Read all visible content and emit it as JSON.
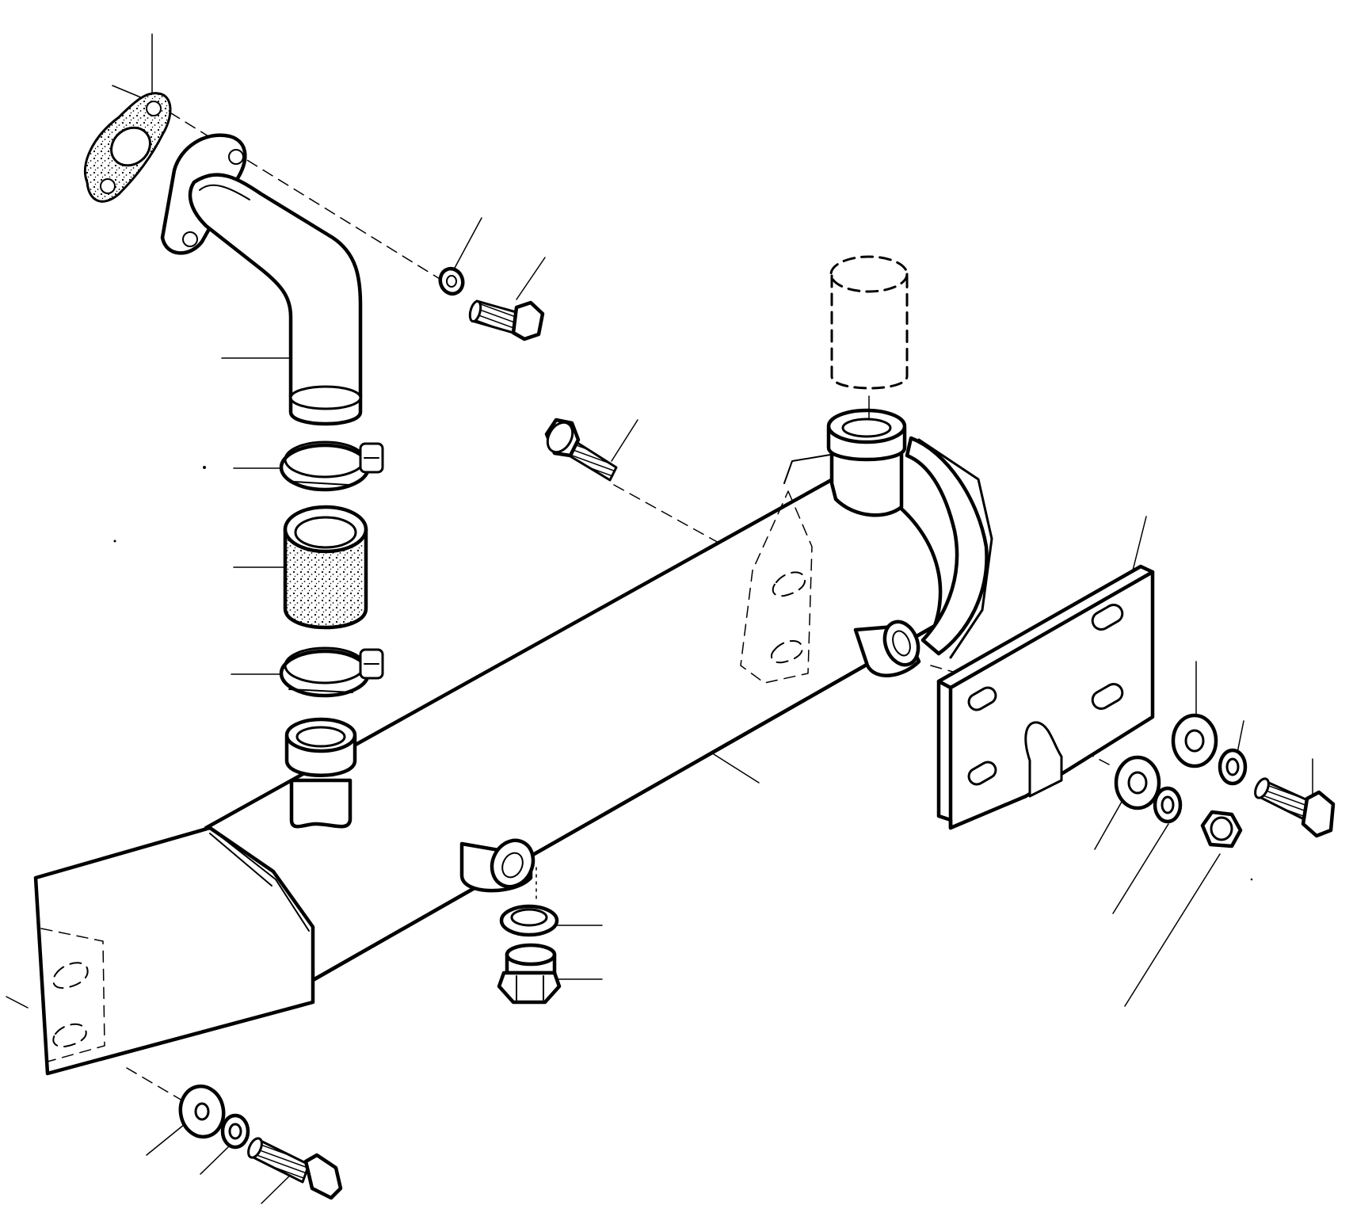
{
  "diagram": {
    "background": "#ffffff",
    "ink": "#000000",
    "parts": [
      "flange-gasket",
      "elbow-pipe",
      "lock-nut",
      "flange-bolt",
      "upper-hose-clamp",
      "rubber-hose",
      "lower-hose-clamp",
      "cooler-tank",
      "filler-sleeve",
      "tank-bolt",
      "mounting-plate",
      "drain-washer",
      "drain-plug",
      "plain-washer",
      "spring-washer",
      "hex-bolt",
      "hex-nut"
    ]
  }
}
